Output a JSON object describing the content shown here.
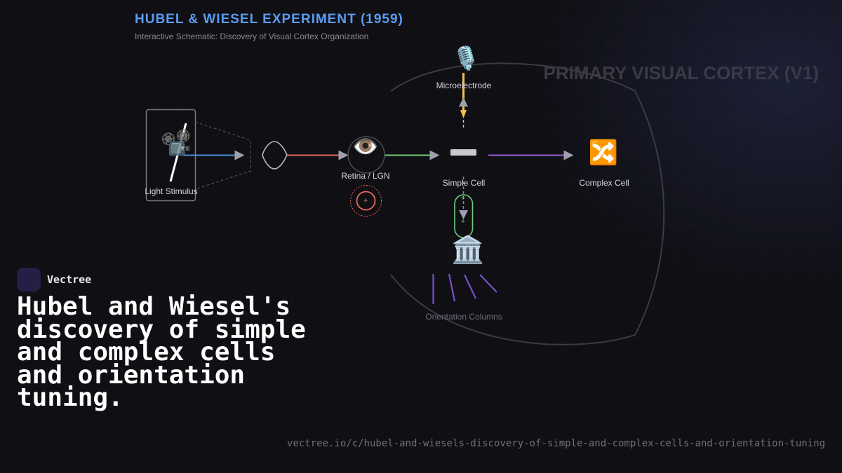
{
  "header": {
    "title": "HUBEL & WIESEL EXPERIMENT (1959)",
    "subtitle": "Interactive Schematic: Discovery of Visual Cortex Organization"
  },
  "cortex": {
    "label": "PRIMARY VISUAL CORTEX (V1)"
  },
  "nodes": {
    "light_stimulus": {
      "label": "Light Stimulus",
      "icon": "film-projector-icon",
      "glyph": "📽️"
    },
    "retina": {
      "label": "Retina / LGN",
      "icon": "eye-icon",
      "glyph": "👁️",
      "center_symbol": "+"
    },
    "microelectrode": {
      "label": "Microelectrode",
      "icon": "microphone-icon",
      "glyph": "🎙️"
    },
    "simple_cell": {
      "label": "Simple Cell",
      "icon": "minus-bar-icon"
    },
    "complex_cell": {
      "label": "Complex Cell",
      "icon": "shuffle-icon",
      "glyph": "🔀"
    },
    "orientation_columns": {
      "label": "Orientation Columns",
      "icon": "classical-building-icon",
      "glyph": "🏛️"
    },
    "receptive_field": {
      "symbols": [
        "+",
        "+"
      ]
    }
  },
  "colors": {
    "title": "#5b9cf0",
    "stimulus_arrow": "#4a8fe0",
    "lgn_arrow": "#e8685a",
    "simple_arrow": "#6fcf7a",
    "complex_arrow": "#9a62d6",
    "electrode": "#f2c04c",
    "columns": "#7a4fc8"
  },
  "brand": {
    "name": "Vectree"
  },
  "headline": "Hubel and Wiesel's discovery of simple and complex cells and orientation tuning.",
  "footer": {
    "url": "vectree.io/c/hubel-and-wiesels-discovery-of-simple-and-complex-cells-and-orientation-tuning"
  }
}
